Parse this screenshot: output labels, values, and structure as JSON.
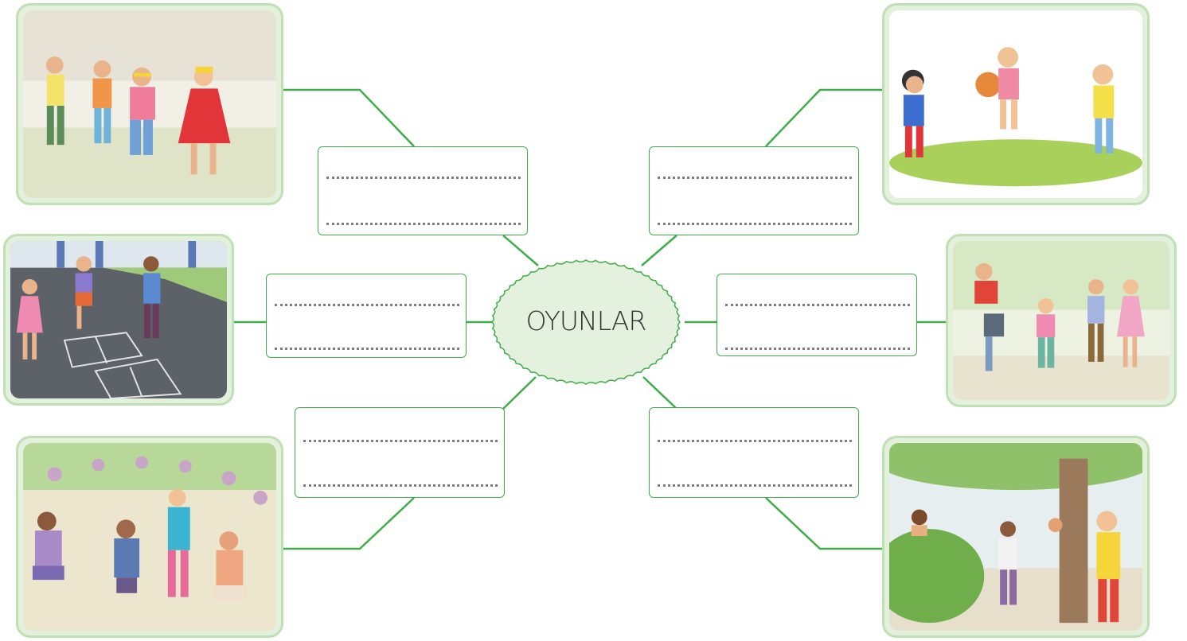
{
  "center": {
    "label": "OYUNLAR"
  },
  "colors": {
    "connector": "#3fae49",
    "box_border": "#3fae49",
    "photo_frame": "#bfe0b4",
    "center_fill": "#e3f1de",
    "dotted_line": "#7d7d7d"
  },
  "branches": [
    {
      "position": "top-left",
      "illustration": "blindfold-tag-game",
      "lines": [
        "",
        ""
      ]
    },
    {
      "position": "top-right",
      "illustration": "dodgeball-game",
      "lines": [
        "",
        ""
      ]
    },
    {
      "position": "middle-left",
      "illustration": "hopscotch-game",
      "lines": [
        "",
        ""
      ]
    },
    {
      "position": "middle-right",
      "illustration": "leapfrog-game",
      "lines": [
        "",
        ""
      ]
    },
    {
      "position": "bottom-left",
      "illustration": "duck-duck-goose-circle-game",
      "lines": [
        "",
        ""
      ]
    },
    {
      "position": "bottom-right",
      "illustration": "hide-and-seek-game",
      "lines": [
        "",
        ""
      ]
    }
  ]
}
